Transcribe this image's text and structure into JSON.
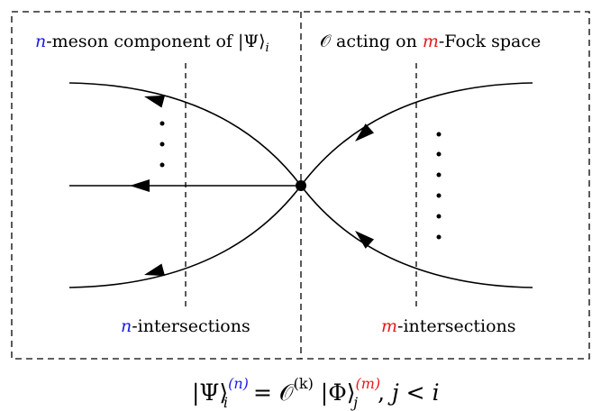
{
  "left_panel": {
    "title": {
      "var": "n",
      "rest": "-meson component of ",
      "psi": "|Ψ⟩",
      "sub": "i"
    },
    "bottom_label": {
      "var": "n",
      "rest": "-intersections"
    }
  },
  "right_panel": {
    "title": {
      "op": "𝒪",
      "mid": " acting on ",
      "var": "m",
      "rest": "-Fock space"
    },
    "bottom_label": {
      "var": "m",
      "rest": "-intersections"
    }
  },
  "formula": {
    "lhs": "|Ψ⟩",
    "lhs_sub": "i",
    "lhs_sup": "(n)",
    "eq": " = ",
    "op": "𝒪",
    "op_sup": "(k)",
    "rhs": " |Φ⟩",
    "rhs_sub": "j",
    "rhs_sup": "(m)",
    "cond_sep": ", ",
    "cond": "j < i"
  },
  "colors": {
    "n": "#1a1ae6",
    "m": "#e61a1a",
    "ink": "#000000"
  }
}
